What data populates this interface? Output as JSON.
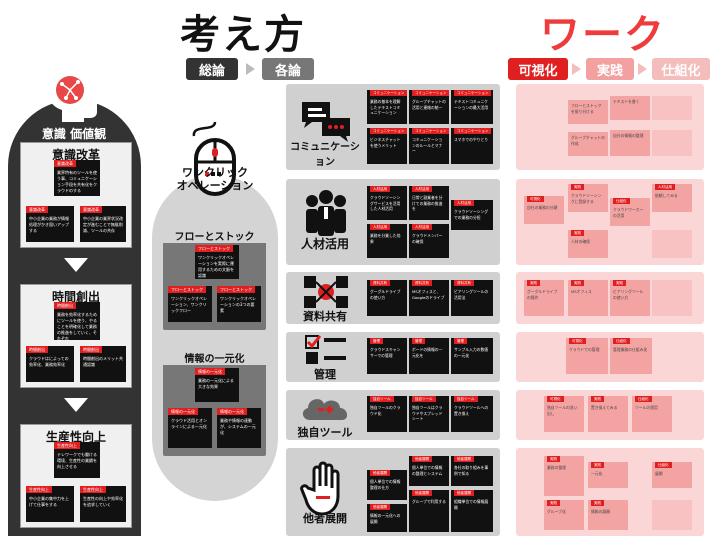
{
  "header": {
    "title_main": "考え方",
    "title_work": "ワーク",
    "pill_overview": "総論",
    "pill_detail": "各論",
    "pill_visual": "可視化",
    "pill_practice": "実践",
    "pill_system": "仕組化"
  },
  "left": {
    "top_label": "意識 価値観",
    "sections": [
      {
        "title": "意識改革",
        "cards": [
          {
            "tag": "意識改革",
            "text": "業界特有のツールを使う事、コミュニケーション手段を共有化をクラウドのする"
          },
          {
            "tag": "意識改革",
            "text": "中小企業の業務が情報処理がかき固いアップする"
          },
          {
            "tag": "意識改革",
            "text": "中小企業の業界状況改定が進むことで無駄削減、ツールの共存"
          }
        ]
      },
      {
        "title": "時間創出",
        "cards": [
          {
            "tag": "時間創出",
            "text": "業務を効率化するためにツールを使う、やることを明確化して業務の推進をしていく、それぞれ"
          },
          {
            "tag": "時間創出",
            "text": "クラウドはによっての効率化、業務効率化"
          },
          {
            "tag": "時間創出",
            "text": "時間創出のメリット共通認識"
          }
        ]
      },
      {
        "title": "生産性向上",
        "cards": [
          {
            "tag": "生産性向上",
            "text": "テレワークでも働ける環境、生産性の業績を向上させる"
          },
          {
            "tag": "生産性向上",
            "text": "中小企業の集中力を上げて仕事をする"
          },
          {
            "tag": "生産性向上",
            "text": "生産性の向上や効率化を追求していく"
          }
        ]
      }
    ]
  },
  "middle": {
    "mouse_label_line1": "ワンクリック",
    "mouse_label_line2": "オペレーション",
    "flow_title": "フローとストック",
    "flow_cards": [
      {
        "tag": "フローとストック",
        "text": "ワンクリックオペレーションを実際に運用するための文脈を認識"
      },
      {
        "tag": "フローとストック",
        "text": "ワンクリックオペレーション、ワンクリックフロー"
      },
      {
        "tag": "フローとストック",
        "text": "ワンクリックオペレーションの3つの要素"
      }
    ],
    "unify_title": "情報の一元化",
    "unify_cards": [
      {
        "tag": "情報の一元化",
        "text": "業務の一元化による大きな効果"
      },
      {
        "tag": "情報の一元化",
        "text": "クラウド活用とオンラインによる一元化"
      },
      {
        "tag": "情報の一元化",
        "text": "業務や情報の連動が、システムの一元化"
      }
    ]
  },
  "rows": [
    {
      "label": "コミュニケーション",
      "cards": [
        {
          "tag": "コミュニケーション",
          "text": "業務の基本を理解したテキストコミュニケーション"
        },
        {
          "tag": "コミュニケーション",
          "text": "グループチャットの活用と連絡の統一"
        },
        {
          "tag": "コミュニケーション",
          "text": "テキストコミュニケーションの最大活用"
        },
        {
          "tag": "コミュニケーション",
          "text": "ビジネスチャットを使うメリット"
        },
        {
          "tag": "コミュニケーション",
          "text": "コミュニケーションのルールとマナー"
        },
        {
          "tag": "コミュニケーション",
          "text": "スマホでのやりとり"
        }
      ]
    },
    {
      "label": "人材活用",
      "cards": [
        {
          "tag": "人材活用",
          "text": "クラウドソーシングサービスを活用した人材活用"
        },
        {
          "tag": "人材活用",
          "text": "日常と副業者を分けての業務の推進を"
        },
        {
          "tag": "人材活用",
          "text": "クラウドソーシングでの業務の分担"
        },
        {
          "tag": "人材活用",
          "text": "業務を分業した効果"
        },
        {
          "tag": "人材活用",
          "text": "クラウドメンバーの確保"
        }
      ]
    },
    {
      "label": "資料共有",
      "cards": [
        {
          "tag": "資料共有",
          "text": "グーグルドライブの使い方"
        },
        {
          "tag": "資料共有",
          "text": "MSオフィスと、Googleのドライブ"
        },
        {
          "tag": "資料共有",
          "text": "ピアリングツールの活用法"
        }
      ]
    },
    {
      "label": "管理",
      "cards": [
        {
          "tag": "管理",
          "text": "クラウドスキャンサーでの管理"
        },
        {
          "tag": "管理",
          "text": "ボードの情報の一元化を"
        },
        {
          "tag": "管理",
          "text": "サンプル入力の数値の一元化"
        }
      ]
    },
    {
      "label": "独自ツール",
      "cards": [
        {
          "tag": "独自ツール",
          "text": "独自ツールのクラウド化"
        },
        {
          "tag": "独自ツール",
          "text": "独自ツールはクラウドやスプレッドシート"
        },
        {
          "tag": "独自ツール",
          "text": "クラウドツールへの置き換え"
        }
      ]
    },
    {
      "label": "他者展開",
      "cards": [
        {
          "tag": "他者展開",
          "text": "個人単位での情報整理の仕方"
        },
        {
          "tag": "他者展開",
          "text": "個人単位での情報の整理とシステム"
        },
        {
          "tag": "他者展開",
          "text": "各社の取り組みを事例で知る"
        },
        {
          "tag": "他者展開",
          "text": "情報の一元化への展開"
        },
        {
          "tag": "他者展開",
          "text": "グループで利用する"
        },
        {
          "tag": "他者展開",
          "text": "組織単位での情報展開"
        }
      ]
    }
  ],
  "work": [
    {
      "cards": [
        {
          "tag": "",
          "text": "フローとストックを振り分ける"
        },
        {
          "tag": "",
          "text": "テキストを書く"
        },
        {
          "tag": "",
          "text": "グループチャットの作成"
        },
        {
          "tag": "",
          "text": "自分の情報の整理"
        }
      ]
    },
    {
      "cards": [
        {
          "tag": "可視化",
          "text": "自社の業務の分類"
        },
        {
          "tag": "実践",
          "text": "クラウドソーシングに登録する"
        },
        {
          "tag": "仕組化",
          "text": "クラウドワーカーの活用"
        },
        {
          "tag": "人材活用",
          "text": "依頼してみる"
        },
        {
          "tag": "実践",
          "text": "人材の確保"
        }
      ]
    },
    {
      "cards": [
        {
          "tag": "実践",
          "text": "グーグルドライブの操作"
        },
        {
          "tag": "実践",
          "text": "MSオフィス"
        },
        {
          "tag": "実践",
          "text": "ピアリングツールの使い方"
        }
      ]
    },
    {
      "cards": [
        {
          "tag": "可視化",
          "text": "クラウドでの管理"
        },
        {
          "tag": "仕組化",
          "text": "管理業務の仕組み化"
        }
      ]
    },
    {
      "cards": [
        {
          "tag": "可視化",
          "text": "独自ツールの洗い出し"
        },
        {
          "tag": "実践",
          "text": "置き換えてみる"
        },
        {
          "tag": "仕組化",
          "text": "ツールの運用"
        }
      ]
    },
    {
      "cards": [
        {
          "tag": "実践",
          "text": "業務の整理"
        },
        {
          "tag": "実践",
          "text": "一元化"
        },
        {
          "tag": "仕組化",
          "text": "展開"
        },
        {
          "tag": "実践",
          "text": "グループ化"
        },
        {
          "tag": "実践",
          "text": "情報の展開"
        }
      ]
    }
  ]
}
